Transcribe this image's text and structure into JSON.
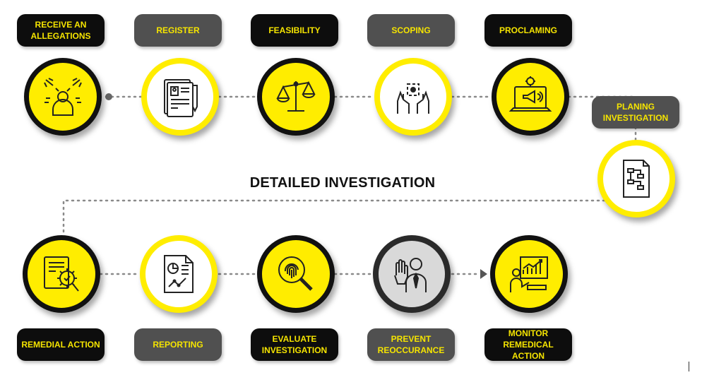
{
  "title": "DETAILED INVESTIGATION",
  "colors": {
    "yellow": "#ffed00",
    "dark": "#0d0d0d",
    "gray": "#505050",
    "dots": "#8a8a8a"
  },
  "steps": [
    {
      "label": "RECEIVE AN ALLEGATIONS",
      "icon": "accusation-person-icon"
    },
    {
      "label": "REGISTER",
      "icon": "register-document-icon"
    },
    {
      "label": "FEASIBILITY",
      "icon": "balance-scale-icon"
    },
    {
      "label": "SCOPING",
      "icon": "scoping-hands-icon"
    },
    {
      "label": "PROCLAMING",
      "icon": "laptop-megaphone-icon"
    },
    {
      "label": "PLANING INVESTIGATION",
      "icon": "planning-flowchart-icon"
    },
    {
      "label": "REMEDIAL ACTION",
      "icon": "remedial-gear-document-icon"
    },
    {
      "label": "REPORTING",
      "icon": "report-chart-icon"
    },
    {
      "label": "EVALUATE INVESTIGATION",
      "icon": "fingerprint-magnifier-icon"
    },
    {
      "label": "PREVENT REOCCURANCE",
      "icon": "stop-hand-person-icon"
    },
    {
      "label": "MONITOR REMEDICAL ACTION",
      "icon": "monitor-growth-chart-icon"
    }
  ]
}
